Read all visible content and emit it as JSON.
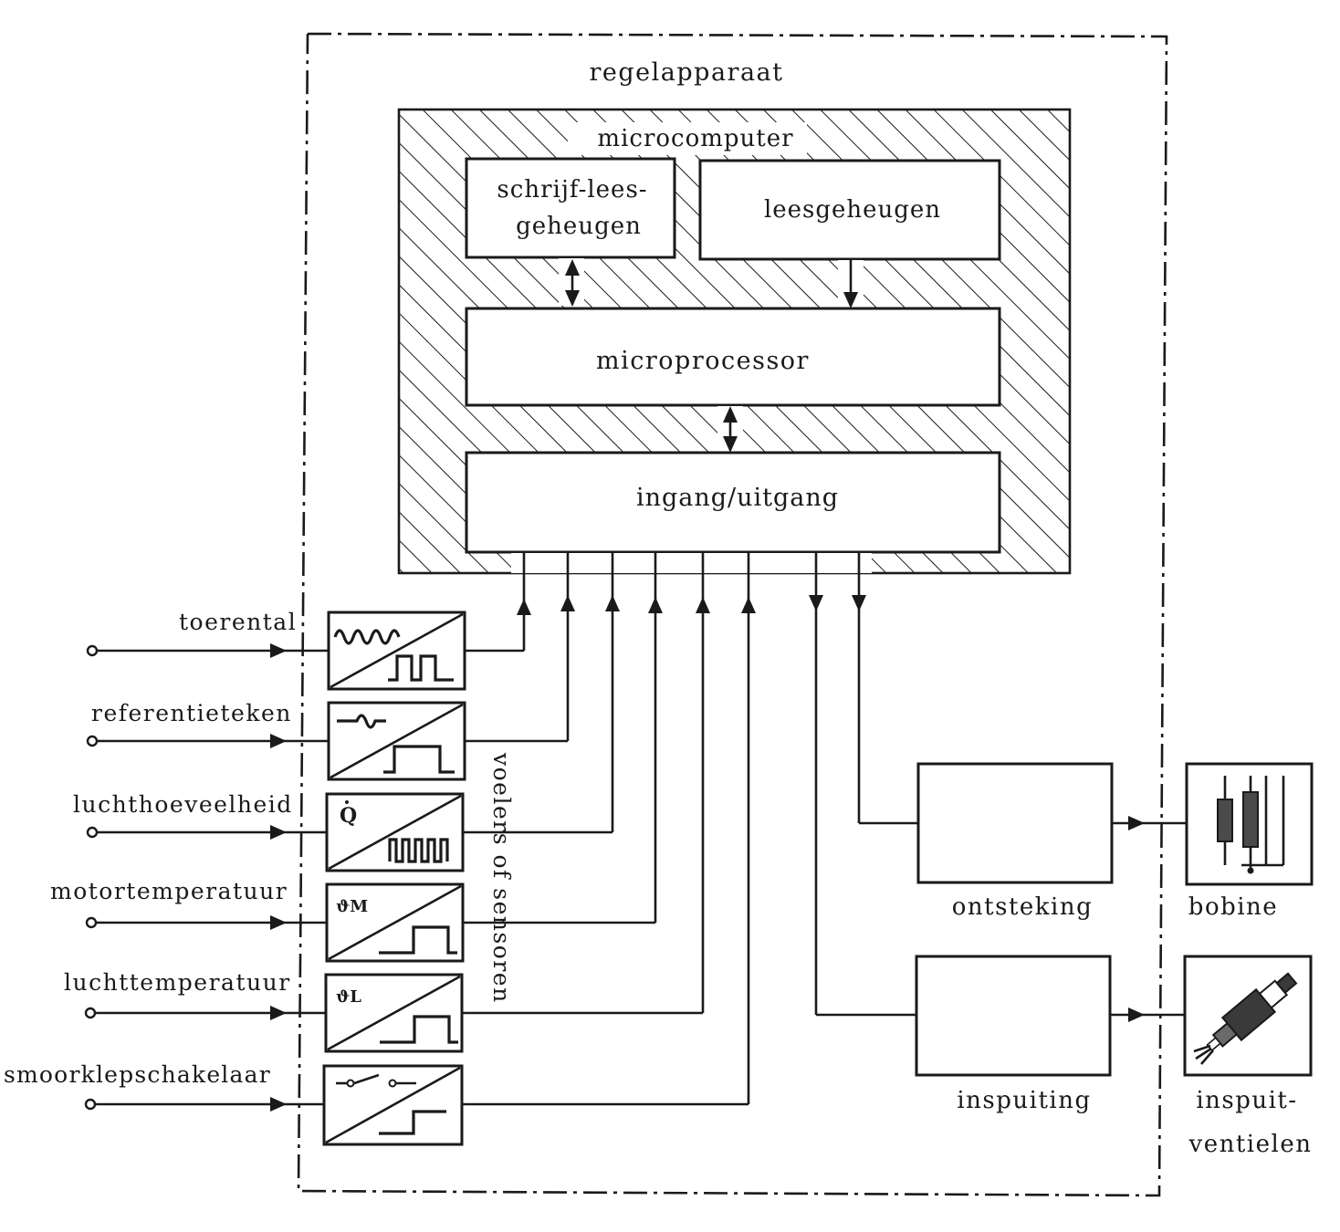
{
  "diagram": {
    "control_unit_label": "regelapparaat",
    "microcomputer_label": "microcomputer",
    "ram_label_line1": "schrijf-lees-",
    "ram_label_line2": "geheugen",
    "rom_label": "leesgeheugen",
    "processor_label": "microprocessor",
    "io_label": "ingang/uitgang",
    "sensors_caption": "voelers of sensoren",
    "inputs": [
      {
        "label": "toerental",
        "converter_icon": "sine-to-pulse-icon"
      },
      {
        "label": "referentieteken",
        "converter_icon": "blip-to-pulse-icon"
      },
      {
        "label": "luchthoeveelheid",
        "converter_icon": "airflow-to-pulse-icon",
        "symbol": "Q"
      },
      {
        "label": "motortemperatuur",
        "converter_icon": "temperature-to-pulse-icon",
        "symbol": "ϑM"
      },
      {
        "label": "luchttemperatuur",
        "converter_icon": "temperature-to-pulse-icon",
        "symbol": "ϑL"
      },
      {
        "label": "smoorklepschakelaar",
        "converter_icon": "switch-to-step-icon"
      }
    ],
    "outputs": [
      {
        "stage_label": "ontsteking",
        "actuator_label": "bobine",
        "actuator_icon": "ignition-coil-icon"
      },
      {
        "stage_label": "inspuiting",
        "actuator_label_line1": "inspuit-",
        "actuator_label_line2": "ventielen",
        "actuator_icon": "injector-icon"
      }
    ]
  }
}
